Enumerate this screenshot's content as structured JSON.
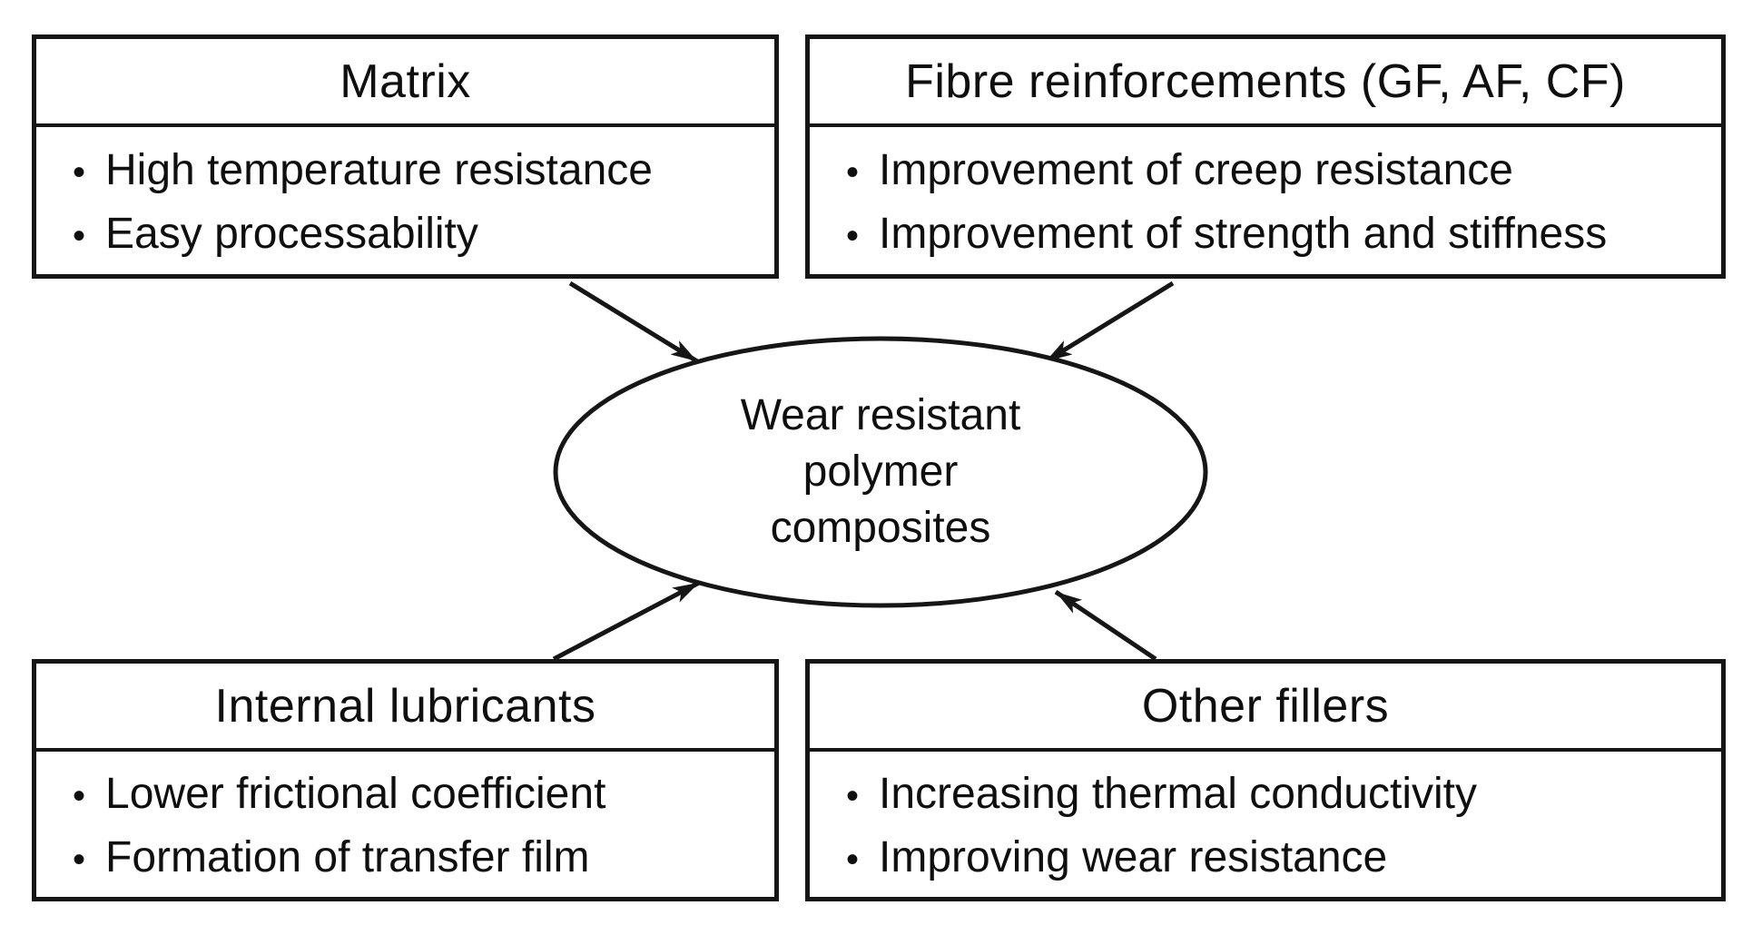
{
  "diagram": {
    "center_node": {
      "label": "Wear resistant\npolymer\ncomposites"
    },
    "boxes": {
      "top_left": {
        "title": "Matrix",
        "bullets": [
          "High temperature resistance",
          "Easy processability"
        ]
      },
      "top_right": {
        "title": "Fibre reinforcements (GF, AF, CF)",
        "bullets": [
          "Improvement of creep resistance",
          "Improvement of strength and stiffness"
        ]
      },
      "bottom_left": {
        "title": "Internal lubricants",
        "bullets": [
          "Lower frictional coefficient",
          "Formation of transfer film"
        ]
      },
      "bottom_right": {
        "title": "Other fillers",
        "bullets": [
          "Increasing thermal conductivity",
          "Improving wear resistance"
        ]
      }
    },
    "bullet_char": "•",
    "colors": {
      "line": "#161616",
      "text": "#0f0f0f",
      "background": "#ffffff"
    }
  }
}
